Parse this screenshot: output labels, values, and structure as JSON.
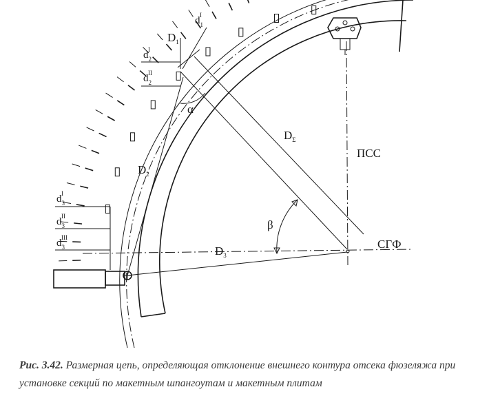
{
  "labels": {
    "D1": "D",
    "D1_sub": "1",
    "D2": "D",
    "D2_sub": "2",
    "D3": "D",
    "D3_sub": "3",
    "Dsum": "D",
    "Dsum_sub": "Σ",
    "alpha": "α",
    "beta": "β",
    "pss": "ПСС",
    "sgf": "СГФ",
    "d1": "d",
    "d1_sub": "1",
    "d1_sup": "I",
    "d2a": "d",
    "d2a_sub": "2",
    "d2a_sup": "I",
    "d2b": "d",
    "d2b_sub": "2",
    "d2b_sup": "II",
    "d3a": "d",
    "d3a_sub": "3",
    "d3a_sup": "I",
    "d3b": "d",
    "d3b_sub": "3",
    "d3b_sup": "II",
    "d3c": "d",
    "d3c_sub": "3",
    "d3c_sup": "III"
  },
  "caption": {
    "figure": "Рис. 3.42.",
    "text": " Размерная цепь, определяющая отклонение внешнего контура отсека фюзеляжа при установке секций по макетным шпангоутам и макетным плитам"
  }
}
